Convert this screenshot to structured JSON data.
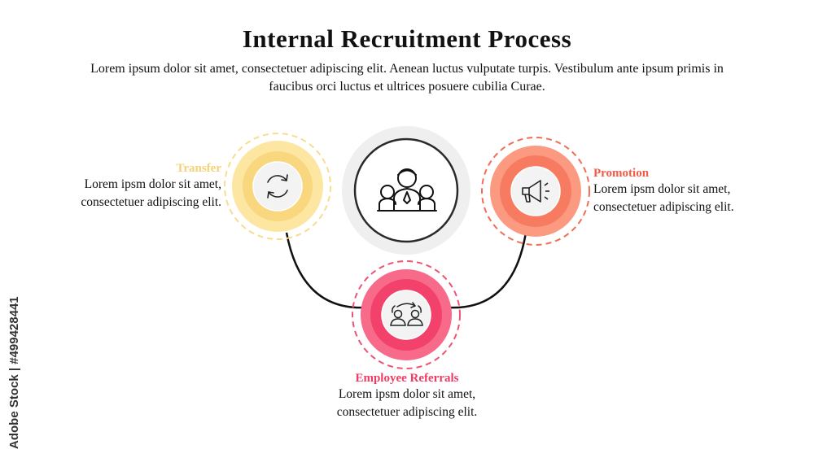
{
  "title": "Internal Recruitment Process",
  "subtitle": "Lorem ipsum dolor sit amet, consectetuer adipiscing elit. Aenean luctus vulputate turpis. Vestibulum ante ipsum primis in faucibus orci luctus et ultrices posuere cubilia Curae.",
  "center": {
    "icon": "team-people-icon"
  },
  "steps": [
    {
      "label": "Transfer",
      "text": "Lorem ipsm dolor sit amet, consectetuer adipiscing elit.",
      "icon": "refresh-arrows-icon",
      "color": "#f9d77e",
      "dash_color": "#f7dd8d",
      "inner_color": "#fce6a2"
    },
    {
      "label": "Promotion",
      "text": "Lorem ipsm dolor sit amet, consectetuer adipiscing elit.",
      "icon": "megaphone-icon",
      "color": "#f77b60",
      "dash_color": "#f26d55",
      "inner_color": "#fb9a80"
    },
    {
      "label": "Employee Referrals",
      "text": "Lorem ipsm dolor sit amet, consectetuer adipiscing elit.",
      "icon": "people-exchange-icon",
      "color": "#f2416a",
      "dash_color": "#ee5371",
      "inner_color": "#f86a8a"
    }
  ],
  "watermark": "Adobe Stock | #499428441"
}
